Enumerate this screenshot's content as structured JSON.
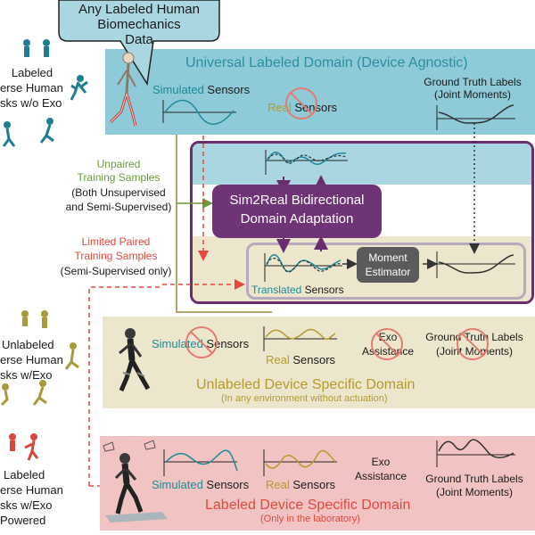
{
  "callout": {
    "line1": "Any Labeled Human",
    "line2": "Biomechanics",
    "line3": "Data"
  },
  "universal": {
    "title": "Universal Labeled Domain (Device Agnostic)",
    "simulated_sensors": {
      "prefix": "Simulated",
      "suffix": " Sensors"
    },
    "real_sensors": {
      "prefix": "Real",
      "suffix": " Sensors"
    },
    "gt_line1": "Ground Truth Labels",
    "gt_line2": "(Joint Moments)"
  },
  "left_top": {
    "line1": "Labeled",
    "line2": "erse Human",
    "line3": "sks w/o Exo"
  },
  "left_mid": {
    "line1": "Unlabeled",
    "line2": "erse Human",
    "line3": "sks w/Exo"
  },
  "left_bot": {
    "line1": "Labeled",
    "line2": "erse Human",
    "line3": "sks w/Exo",
    "line4": "Powered"
  },
  "unpaired": {
    "line1": "Unpaired",
    "line2": "Training Samples",
    "line3": "(Both Unsupervised",
    "line4": "and Semi-Supervised)"
  },
  "paired": {
    "line1": "Limited Paired",
    "line2": "Training Samples",
    "line3": "(Semi-Supervised only)"
  },
  "adaptation": {
    "line1": "Sim2Real Bidirectional",
    "line2": "Domain Adaptation",
    "estimator_line1": "Moment",
    "estimator_line2": "Estimator",
    "translated": {
      "prefix": "Translated",
      "suffix": " Sensors"
    }
  },
  "unlabeled_domain": {
    "title": "Unlabeled Device Specific Domain",
    "subtitle": "(In any environment without actuation)",
    "simulated_sensors": {
      "prefix": "Simulated",
      "suffix": " Sensors"
    },
    "real_sensors": {
      "prefix": "Real",
      "suffix": " Sensors"
    },
    "exo_line1": "Exo",
    "exo_line2": "Assistance",
    "gt_line1": "Ground Truth Labels",
    "gt_line2": "(Joint Moments)"
  },
  "labeled_domain": {
    "title": "Labeled Device Specific Domain",
    "subtitle": "(Only in the laboratory)",
    "simulated_sensors": {
      "prefix": "Simulated",
      "suffix": " Sensors"
    },
    "real_sensors": {
      "prefix": "Real",
      "suffix": " Sensors"
    },
    "exo_line1": "Exo",
    "exo_line2": "Assistance",
    "gt_line1": "Ground Truth Labels",
    "gt_line2": "(Joint Moments)"
  },
  "colors": {
    "universal_bg": "#8fcad8",
    "adapt_border": "#6a2e6e",
    "adapt_box": "#6f3476",
    "unlabeled_bg": "#ece6cc",
    "labeled_bg": "#f1c4c3",
    "estimator_box": "#5b5b5b",
    "sim": "#1e8a9a",
    "real": "#b59a2e",
    "red": "#e2483c"
  }
}
